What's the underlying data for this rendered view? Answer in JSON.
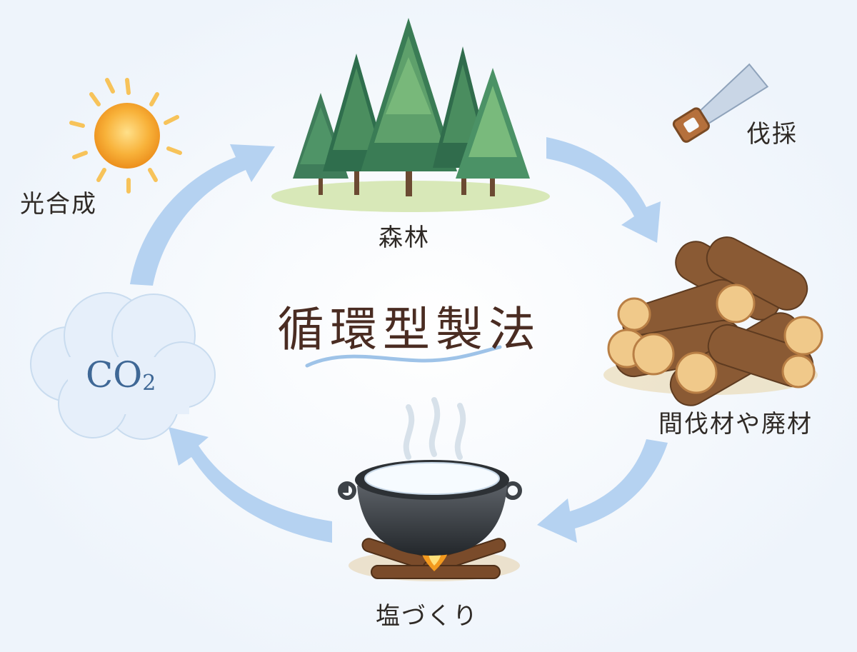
{
  "title": "循環型製法",
  "nodes": {
    "forest": "森林",
    "felling": "伐採",
    "wood": "間伐材や廃材",
    "salt": "塩づくり",
    "co2_main": "CO",
    "co2_sub": "2",
    "photosynthesis": "光合成"
  },
  "colors": {
    "arrow": "#9cc3ea",
    "title": "#4a2c22",
    "co2": "#3f6896",
    "label": "#2f2a26"
  }
}
